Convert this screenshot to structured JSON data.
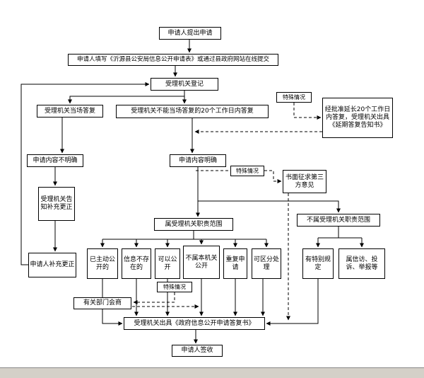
{
  "colors": {
    "line": "#000000",
    "box_border": "#000000",
    "background": "#ffffff",
    "chrome": "#d4d0c8"
  },
  "nodes": [
    {
      "id": "applicant-submit",
      "label": "申请人提出申请"
    },
    {
      "id": "fill-form",
      "label": "申请人填写《沂源县公安局信息公开申请表》或通过县政府网站在线提交"
    },
    {
      "id": "register",
      "label": "受理机关登记"
    },
    {
      "id": "onspot-reply",
      "label": "受理机关当场答复"
    },
    {
      "id": "twenty-day-reply",
      "label": "受理机关不能当场答复的20个工作日内答复"
    },
    {
      "id": "special-case-top",
      "label": "特殊情况"
    },
    {
      "id": "extension-notice",
      "label": "经批准延长20个工作日内答复，受理机关出具《延期答复告知书》"
    },
    {
      "id": "content-unclear",
      "label": "申请内容不明确"
    },
    {
      "id": "content-clear",
      "label": "申请内容明确"
    },
    {
      "id": "special-case-mid",
      "label": "特殊情况"
    },
    {
      "id": "third-party-opinion",
      "label": "书面征求第三方意见"
    },
    {
      "id": "notify-supplement",
      "label": "受理机关告知补充更正"
    },
    {
      "id": "within-scope",
      "label": "属受理机关职责范围"
    },
    {
      "id": "outside-scope",
      "label": "不属受理机关职责范围"
    },
    {
      "id": "applicant-supplement",
      "label": "申请人补充更正"
    },
    {
      "id": "already-public",
      "label": "已主动公开的"
    },
    {
      "id": "info-not-exist",
      "label": "信息不存在的"
    },
    {
      "id": "can-disclose",
      "label": "可以公开"
    },
    {
      "id": "not-this-agency",
      "label": "不属本机关公开"
    },
    {
      "id": "repeat-application",
      "label": "重复申请"
    },
    {
      "id": "separable-handling",
      "label": "可区分处理"
    },
    {
      "id": "special-provisions",
      "label": "有特别规定"
    },
    {
      "id": "petition-complaint",
      "label": "属信访、投诉、举报等"
    },
    {
      "id": "special-case-bottom",
      "label": "特殊情况"
    },
    {
      "id": "dept-consultation",
      "label": "有关部门会商"
    },
    {
      "id": "reply-document",
      "label": "受理机关出具《政府信息公开申请答复书》"
    },
    {
      "id": "applicant-sign",
      "label": "申请人签收"
    }
  ],
  "edges": [
    {
      "from": 0,
      "to": 1,
      "style": "solid"
    },
    {
      "from": 1,
      "to": 2,
      "style": "solid"
    },
    {
      "from": 2,
      "to": 3,
      "style": "solid"
    },
    {
      "from": 2,
      "to": 4,
      "style": "solid"
    },
    {
      "from": 5,
      "to": 6,
      "style": "dashed"
    },
    {
      "from": 6,
      "to": 8,
      "style": "dashed"
    },
    {
      "from": 3,
      "to": 7,
      "style": "solid"
    },
    {
      "from": 4,
      "to": 8,
      "style": "solid"
    },
    {
      "from": 7,
      "to": 11,
      "style": "solid"
    },
    {
      "from": 11,
      "to": 14,
      "style": "solid"
    },
    {
      "from": 14,
      "to": 2,
      "style": "solid"
    },
    {
      "from": 8,
      "to": 12,
      "style": "solid"
    },
    {
      "from": 8,
      "to": 13,
      "style": "solid"
    },
    {
      "from": 8,
      "to": 9,
      "style": "dashed"
    },
    {
      "from": 9,
      "to": 10,
      "style": "dashed"
    },
    {
      "from": 10,
      "to": 25,
      "style": "dashed"
    },
    {
      "from": 12,
      "to": 15,
      "style": "solid"
    },
    {
      "from": 12,
      "to": 16,
      "style": "solid"
    },
    {
      "from": 12,
      "to": 17,
      "style": "solid"
    },
    {
      "from": 12,
      "to": 18,
      "style": "solid"
    },
    {
      "from": 12,
      "to": 19,
      "style": "solid"
    },
    {
      "from": 12,
      "to": 20,
      "style": "solid"
    },
    {
      "from": 13,
      "to": 21,
      "style": "solid"
    },
    {
      "from": 13,
      "to": 22,
      "style": "solid"
    },
    {
      "from": 15,
      "to": 25,
      "style": "solid"
    },
    {
      "from": 16,
      "to": 25,
      "style": "solid"
    },
    {
      "from": 17,
      "to": 25,
      "style": "solid"
    },
    {
      "from": 18,
      "to": 25,
      "style": "solid"
    },
    {
      "from": 19,
      "to": 25,
      "style": "solid"
    },
    {
      "from": 20,
      "to": 25,
      "style": "solid"
    },
    {
      "from": 21,
      "to": 25,
      "style": "solid"
    },
    {
      "from": 23,
      "to": 24,
      "style": "dashed"
    },
    {
      "from": 24,
      "to": 25,
      "style": "dashed"
    },
    {
      "from": 25,
      "to": 26,
      "style": "solid"
    }
  ]
}
